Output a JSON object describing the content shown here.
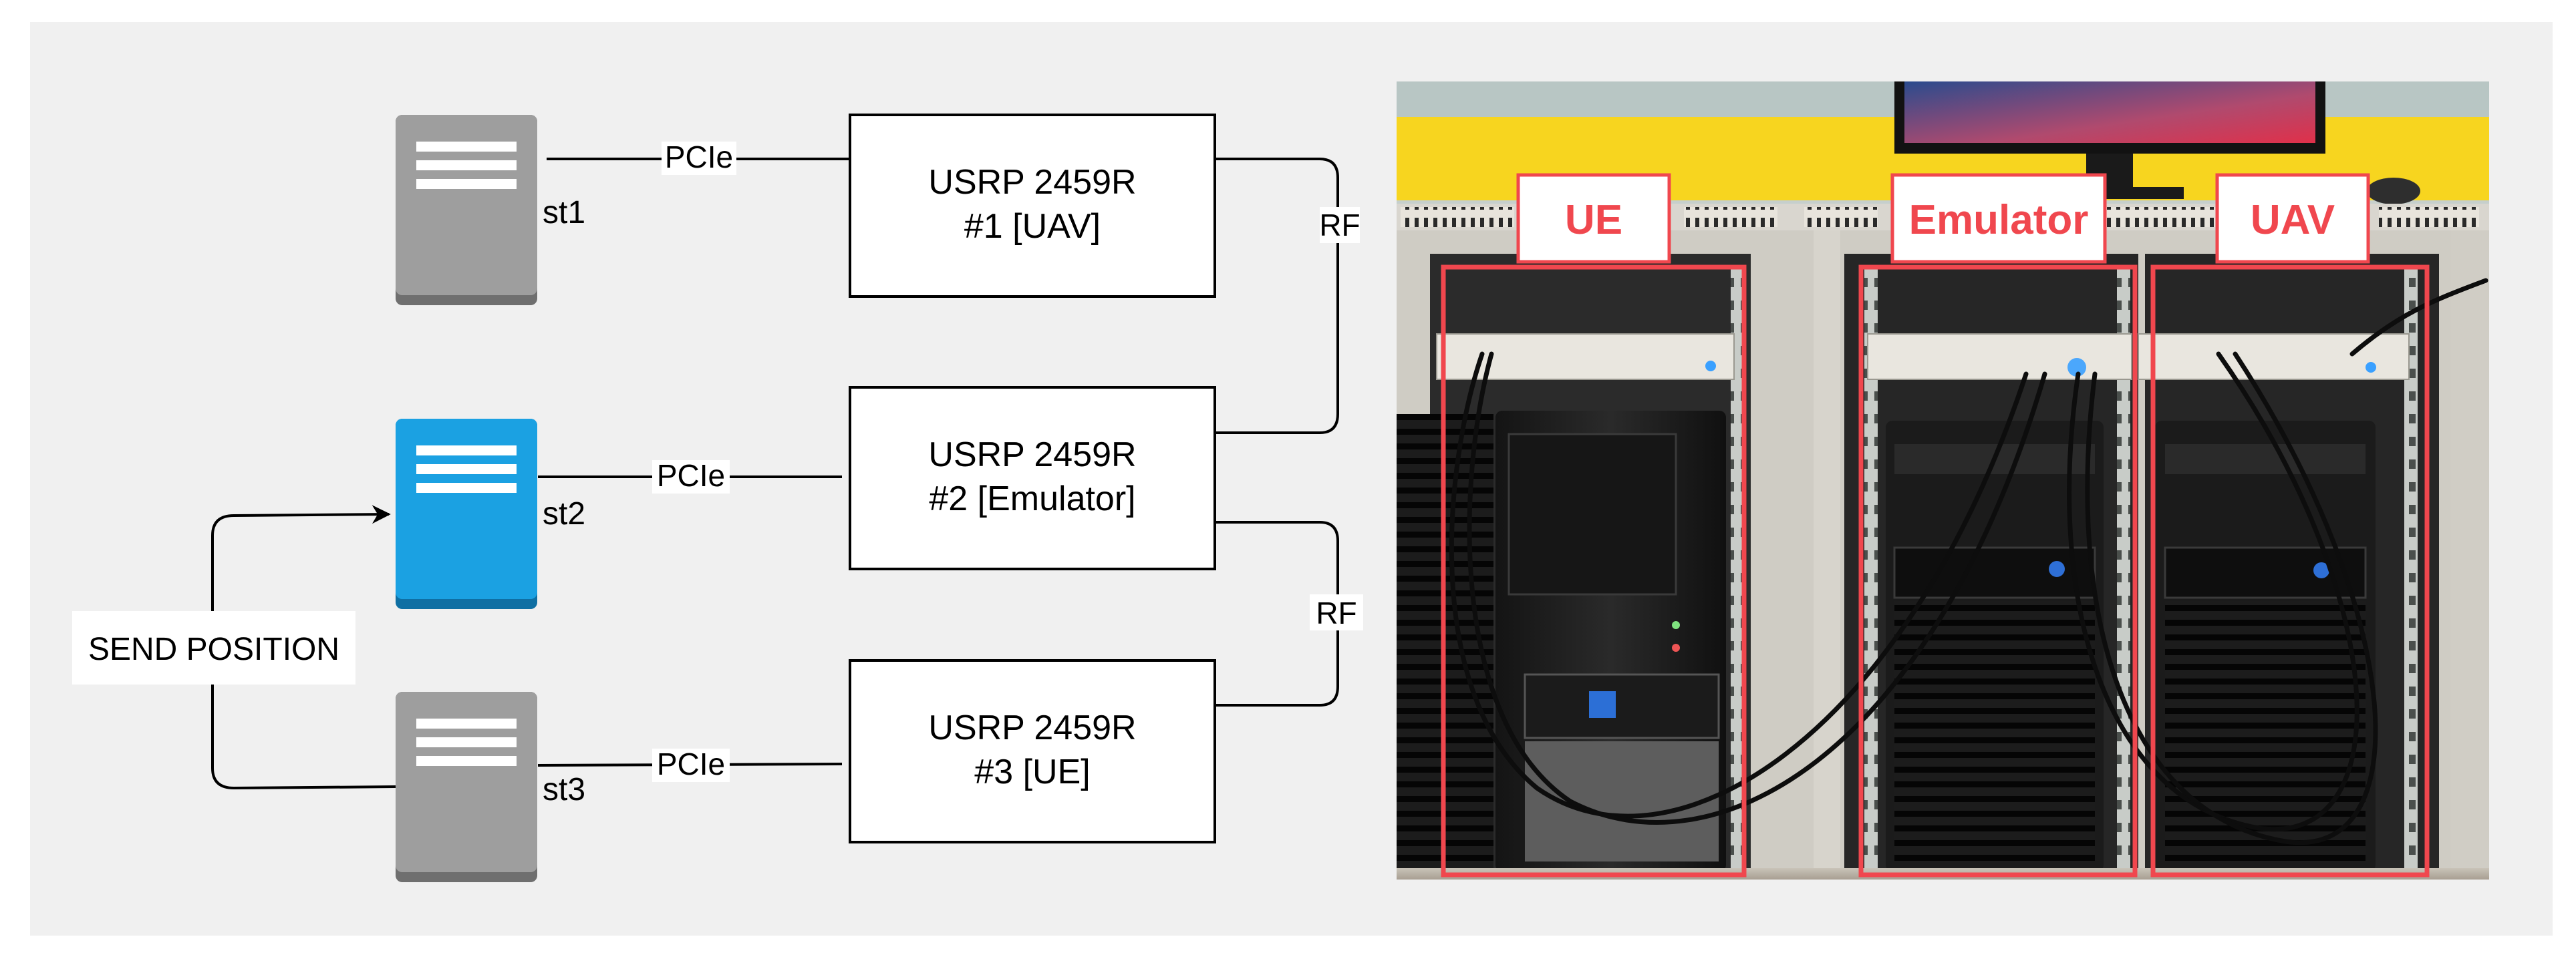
{
  "servers": [
    {
      "label": "st1",
      "color": "#9e9e9e",
      "active": false
    },
    {
      "label": "st2",
      "color": "#1ba1e2",
      "active": true
    },
    {
      "label": "st3",
      "color": "#9e9e9e",
      "active": false
    }
  ],
  "usrps": [
    {
      "line1": "USRP 2459R",
      "line2": "#1 [UAV]"
    },
    {
      "line1": "USRP 2459R",
      "line2": "#2 [Emulator]"
    },
    {
      "line1": "USRP 2459R",
      "line2": "#3 [UE]"
    }
  ],
  "links": {
    "pcie": "PCIe",
    "rf": "RF",
    "send_position": "SEND POSITION"
  },
  "photo": {
    "labels": [
      "UE",
      "Emulator",
      "UAV"
    ],
    "highlight_color": "#f0474e"
  },
  "colors": {
    "background": "#f0f0f0",
    "server_gray": "#9e9e9e",
    "server_blue": "#1ba1e2",
    "line": "#000000"
  }
}
